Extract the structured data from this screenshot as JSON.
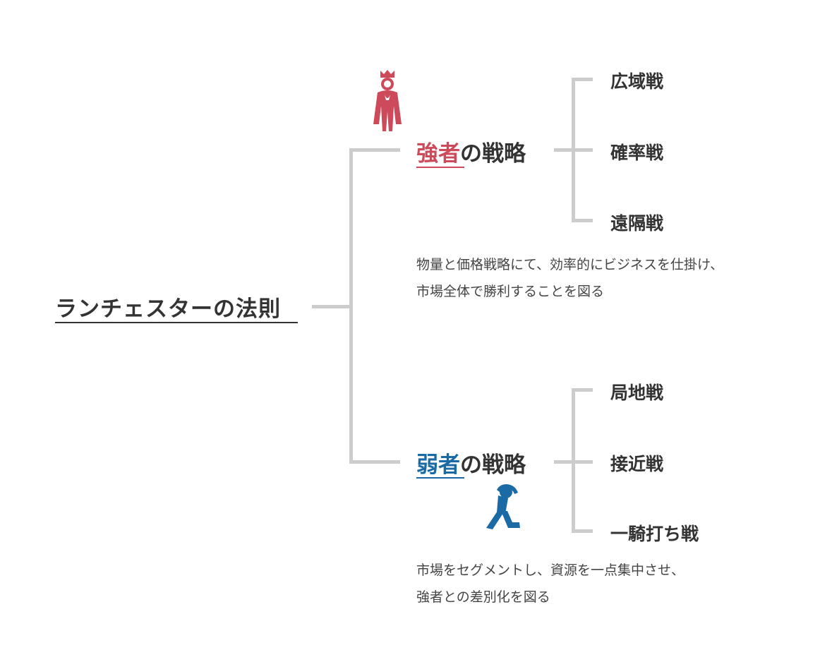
{
  "root": {
    "title": "ランチェスターの法則"
  },
  "strong": {
    "highlight": "強者",
    "suffix": "の戦略",
    "color": "#cc4a5a",
    "tactics": [
      "広域戦",
      "確率戦",
      "遠隔戦"
    ],
    "description": [
      "物量と価格戦略にて、効率的にビジネスを仕掛け、",
      "市場全体で勝利することを図る"
    ],
    "icon": "king-figure-icon"
  },
  "weak": {
    "highlight": "弱者",
    "suffix": "の戦略",
    "color": "#1a6aa5",
    "tactics": [
      "局地戦",
      "接近戦",
      "一騎打ち戦"
    ],
    "description": [
      "市場をセグメントし、資源を一点集中させ、",
      "強者との差別化を図る"
    ],
    "icon": "crouching-figure-icon"
  },
  "colors": {
    "line": "#cccccc",
    "text": "#333333"
  }
}
